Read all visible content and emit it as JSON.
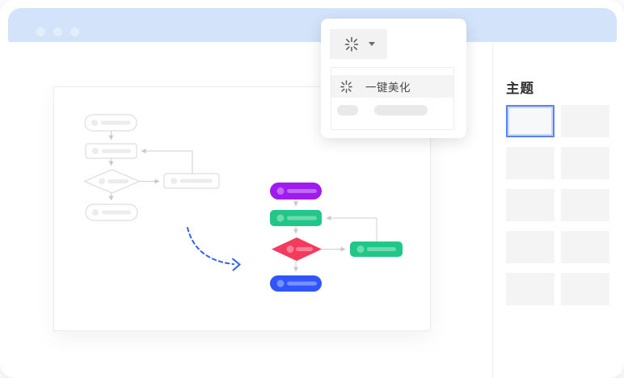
{
  "window": {
    "type": "browser-style app window",
    "controls": [
      "window-dot",
      "window-dot",
      "window-dot"
    ]
  },
  "popup": {
    "toolbar_button": {
      "icon": "magic-beautify-icon",
      "caret_icon": "caret-down-icon"
    },
    "menu": {
      "items": [
        {
          "icon": "magic-beautify-icon",
          "label": "一键美化",
          "highlighted": true
        },
        {
          "type": "skeleton-placeholder-row"
        }
      ]
    }
  },
  "sidebar": {
    "title": "主题",
    "themes": [
      {
        "selected": true
      },
      {
        "selected": false
      },
      {
        "selected": false
      },
      {
        "selected": false
      },
      {
        "selected": false
      },
      {
        "selected": false
      },
      {
        "selected": false
      },
      {
        "selected": false
      },
      {
        "selected": false
      },
      {
        "selected": false
      }
    ]
  },
  "canvas": {
    "before_diagram": {
      "style": "grey wireframe flowchart",
      "nodes": [
        {
          "shape": "stadium"
        },
        {
          "shape": "rounded-rect"
        },
        {
          "shape": "diamond"
        },
        {
          "shape": "rounded-rect"
        },
        {
          "shape": "stadium"
        }
      ]
    },
    "after_diagram": {
      "style": "colored flowchart",
      "nodes": [
        {
          "shape": "stadium",
          "color_key": "purple"
        },
        {
          "shape": "rounded-rect",
          "color_key": "green"
        },
        {
          "shape": "diamond",
          "color_key": "red"
        },
        {
          "shape": "rounded-rect",
          "color_key": "green"
        },
        {
          "shape": "stadium",
          "color_key": "blue"
        }
      ]
    },
    "transition_arrow": {
      "style": "dashed curved arrow",
      "color_key": "arrow_blue"
    }
  },
  "colors": {
    "header_bar": "#D2E3FA",
    "header_dot": "#E4EEFB",
    "purple": "#9E1CF0",
    "green": "#21C786",
    "red": "#F43B5E",
    "blue": "#2F55FE",
    "arrow_blue": "#2E62F0",
    "selected_border": "#5B82F2",
    "connector": "#CFCFCF",
    "wire_stroke": "#D7D7D7",
    "wire_placeholder": "#ECECEC"
  }
}
